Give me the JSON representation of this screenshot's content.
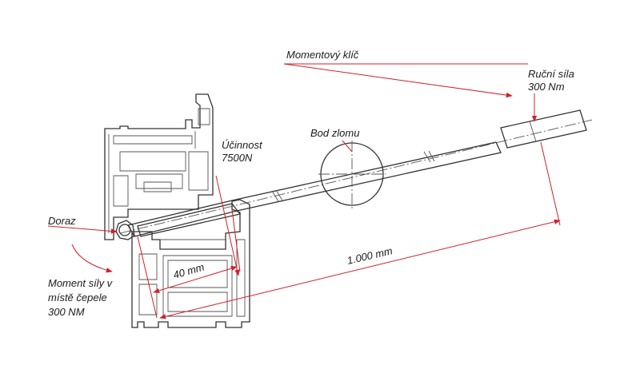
{
  "labels": {
    "torque_wrench": "Momentový klíč",
    "hand_force_line1": "Ruční síla",
    "hand_force_line2": "300 Nm",
    "break_point": "Bod zlomu",
    "efficiency_line1": "Účinnost",
    "efficiency_line2": "7500N",
    "stop": "Doraz",
    "moment_line1": "Moment síly v",
    "moment_line2": "místě čepele",
    "moment_line3": "300 NM"
  },
  "dimensions": {
    "short": "40 mm",
    "long": "1.000 mm"
  },
  "colors": {
    "accent": "#d0202a",
    "drawing": "#333333"
  }
}
